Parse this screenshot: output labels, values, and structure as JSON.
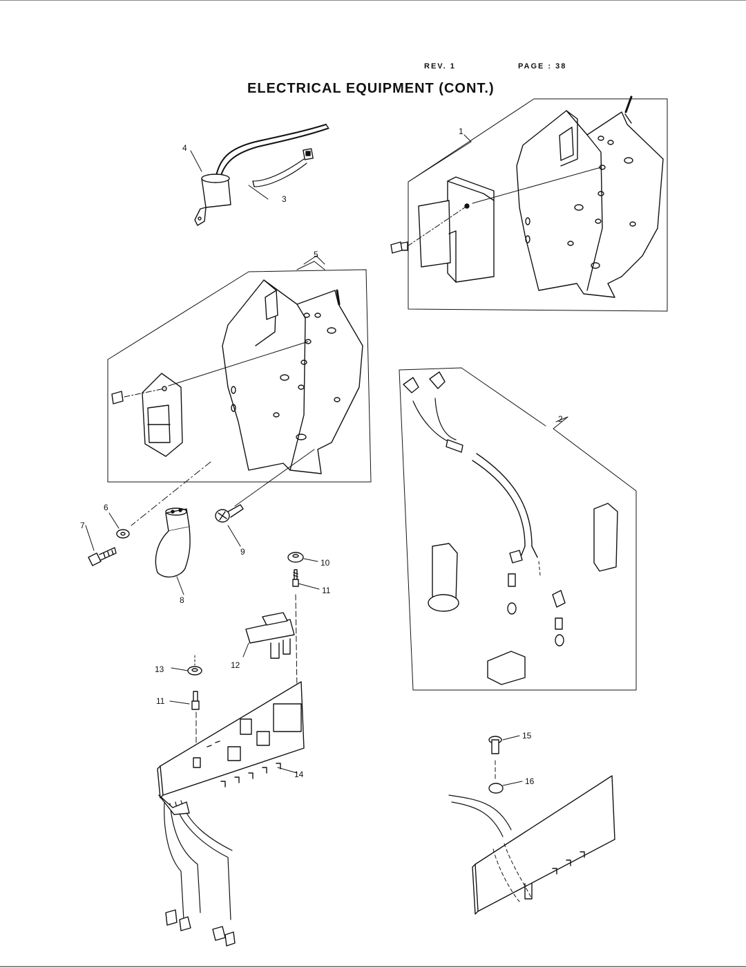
{
  "header": {
    "rev": "REV. 1",
    "page": "PAGE : 38",
    "title": "ELECTRICAL EQUIPMENT (CONT.)"
  },
  "callouts": [
    "1",
    "2",
    "3",
    "4",
    "5",
    "6",
    "7",
    "8",
    "9",
    "10",
    "11",
    "11",
    "12",
    "13",
    "14",
    "15",
    "16"
  ]
}
